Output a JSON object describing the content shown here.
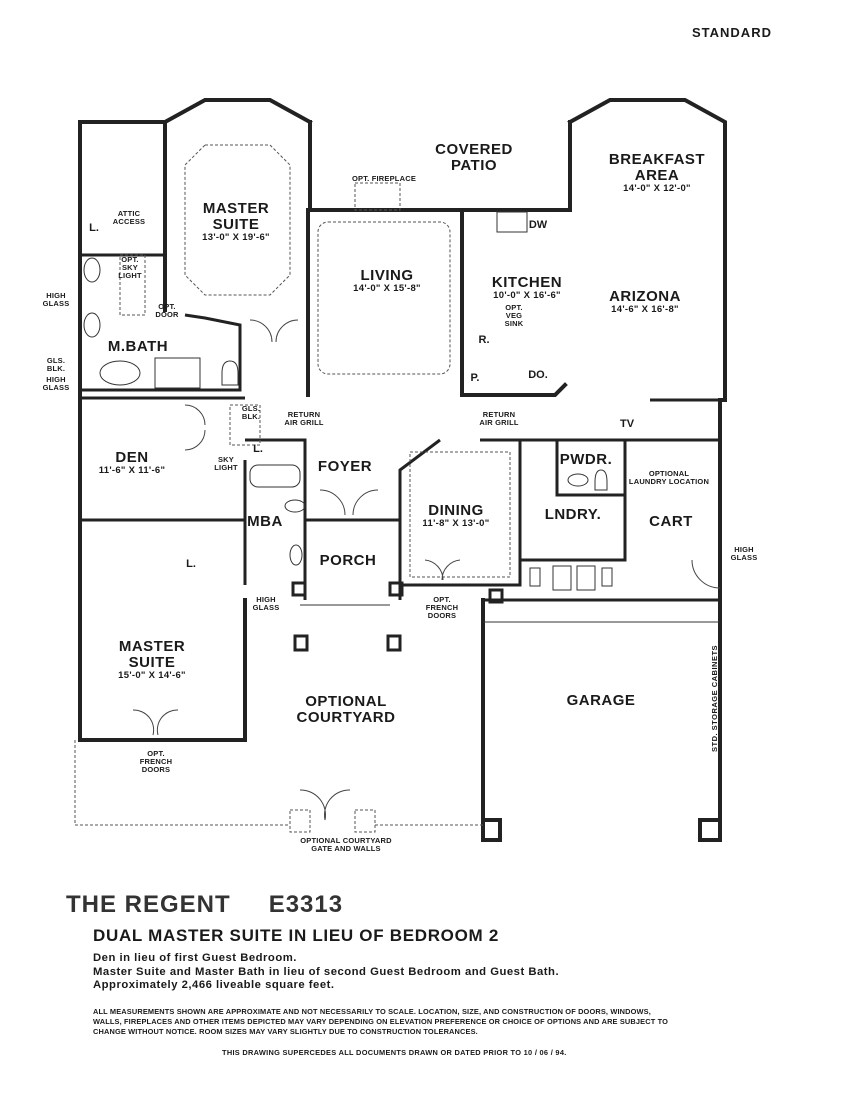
{
  "header": {
    "label": "STANDARD"
  },
  "rooms": {
    "master_suite_1": {
      "name1": "MASTER",
      "name2": "SUITE",
      "dim": "13'-0\" X 19'-6\""
    },
    "covered_patio": {
      "name1": "COVERED",
      "name2": "PATIO"
    },
    "breakfast": {
      "name1": "BREAKFAST",
      "name2": "AREA",
      "dim": "14'-0\" X 12'-0\""
    },
    "living": {
      "name": "LIVING",
      "dim": "14'-0\" X 15'-8\""
    },
    "kitchen": {
      "name": "KITCHEN",
      "dim": "10'-0\" X 16'-6\""
    },
    "arizona": {
      "name": "ARIZONA",
      "dim": "14'-6\" X 16'-8\""
    },
    "mbath": {
      "name": "M.BATH"
    },
    "den": {
      "name": "DEN",
      "dim": "11'-6\" X 11'-6\""
    },
    "foyer": {
      "name": "FOYER"
    },
    "mba": {
      "name": "MBA"
    },
    "dining": {
      "name": "DINING",
      "dim": "11'-8\" X 13'-0\""
    },
    "pwdr": {
      "name": "PWDR."
    },
    "lndry": {
      "name": "LNDRY."
    },
    "cart": {
      "name": "CART"
    },
    "porch": {
      "name": "PORCH"
    },
    "master_suite_2": {
      "name1": "MASTER",
      "name2": "SUITE",
      "dim": "15'-0\" X 14'-6\""
    },
    "courtyard": {
      "name1": "OPTIONAL",
      "name2": "COURTYARD"
    },
    "garage": {
      "name": "GARAGE"
    }
  },
  "notes": {
    "attic_access": [
      "ATTIC",
      "ACCESS"
    ],
    "linen": "L.",
    "opt_sky_light": [
      "OPT.",
      "SKY",
      "LIGHT"
    ],
    "opt_door": [
      "OPT.",
      "DOOR"
    ],
    "high_glass": [
      "HIGH",
      "GLASS"
    ],
    "gls_blk": [
      "GLS.",
      "BLK."
    ],
    "opt_fireplace": "OPT. FIREPLACE",
    "dw": "DW",
    "opt_veg_sink": [
      "OPT.",
      "VEG",
      "SINK"
    ],
    "refrigerator": "R.",
    "pantry": "P.",
    "double_oven": "DO.",
    "return_air_grill": [
      "RETURN",
      "AIR GRILL"
    ],
    "tv": "TV",
    "sky_light": [
      "SKY",
      "LIGHT"
    ],
    "optional_laundry": [
      "OPTIONAL",
      "LAUNDRY LOCATION"
    ],
    "opt_french_doors": [
      "OPT.",
      "FRENCH",
      "DOORS"
    ],
    "storage_cabinets": "STD. STORAGE CABINETS",
    "courtyard_gate": [
      "OPTIONAL COURTYARD",
      "GATE AND WALLS"
    ]
  },
  "footer": {
    "model_name": "THE REGENT",
    "model_code": "E3313",
    "subtitle": "DUAL MASTER SUITE IN LIEU OF BEDROOM 2",
    "desc": [
      "Den in lieu of first Guest Bedroom.",
      "Master Suite and Master Bath in lieu of second Guest Bedroom and Guest Bath.",
      "Approximately 2,466 liveable square feet."
    ],
    "disclaimer": "ALL MEASUREMENTS SHOWN ARE APPROXIMATE AND NOT NECESSARILY TO SCALE. LOCATION, SIZE, AND CONSTRUCTION OF DOORS, WINDOWS, WALLS, FIREPLACES AND OTHER ITEMS DEPICTED MAY VARY DEPENDING ON ELEVATION PREFERENCE OR CHOICE OF OPTIONS AND ARE SUBJECT TO CHANGE WITHOUT NOTICE. ROOM SIZES MAY VARY SLIGHTLY DUE TO CONSTRUCTION TOLERANCES.",
    "supersede": "THIS DRAWING SUPERCEDES ALL DOCUMENTS DRAWN OR DATED PRIOR TO 10 / 06 / 94."
  }
}
